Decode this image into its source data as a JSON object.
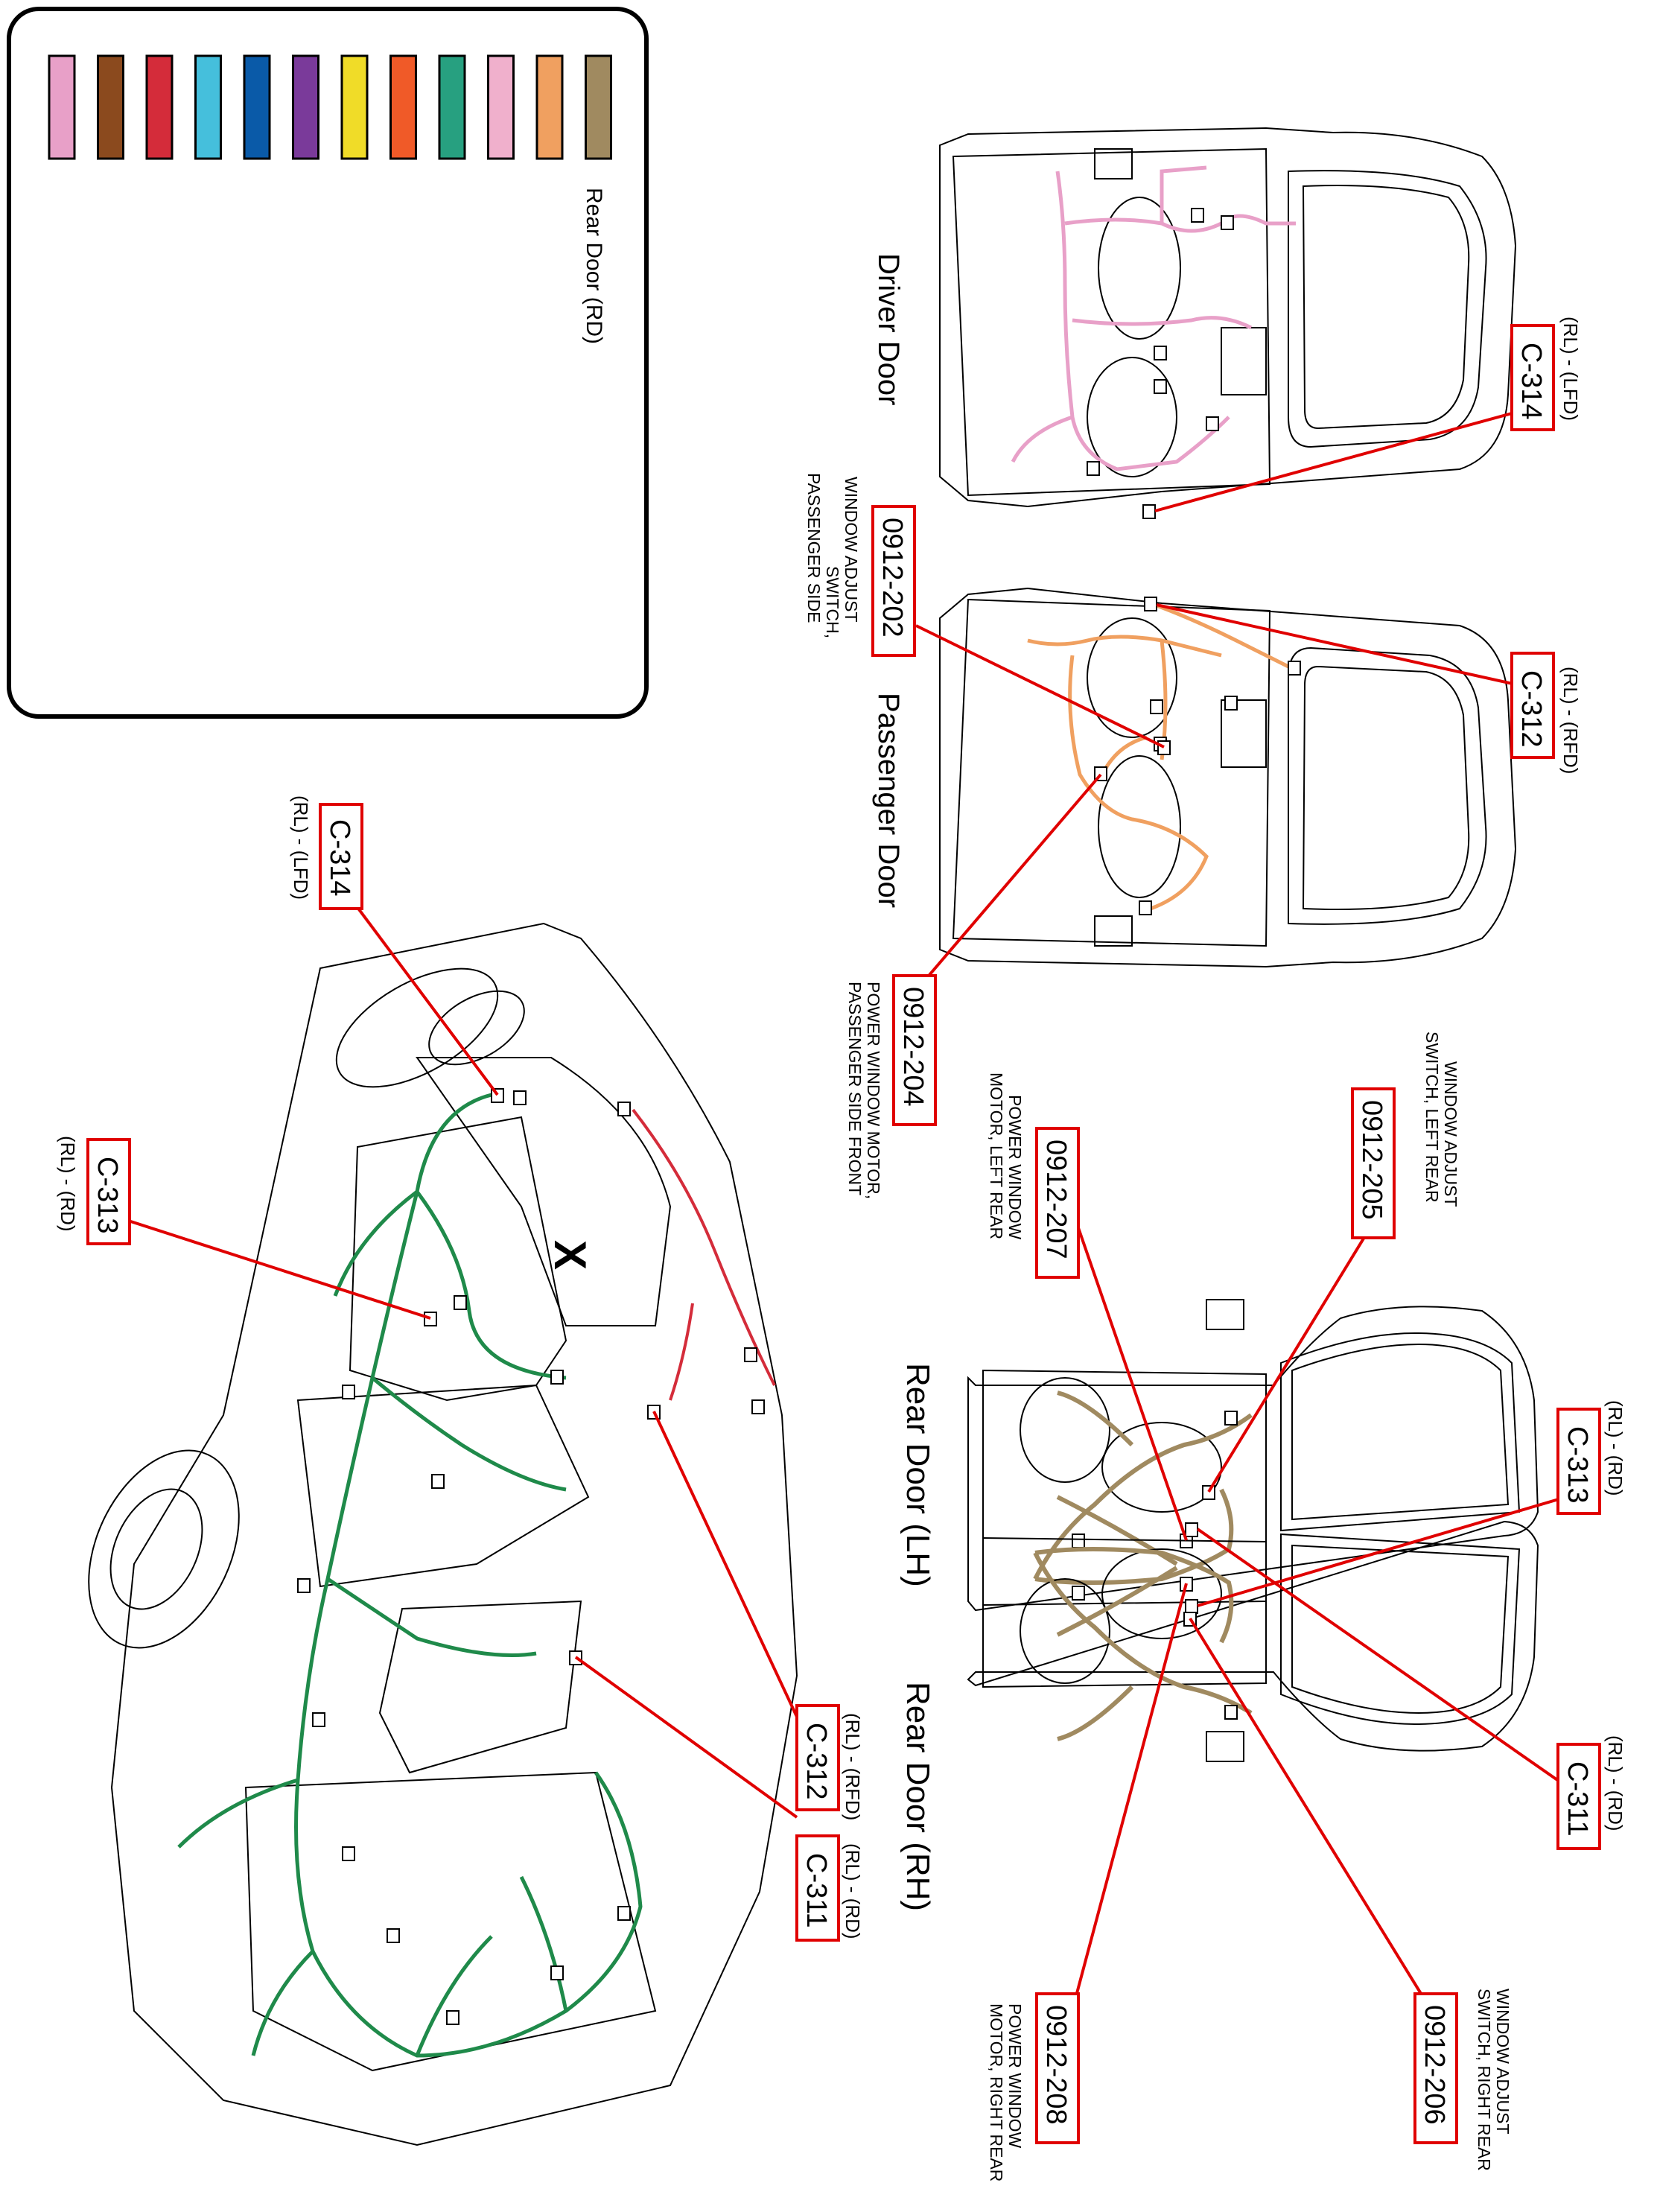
{
  "legend": {
    "colors": [
      "#e8a0c8",
      "#8b4a1e",
      "#d42c3a",
      "#45bfdc",
      "#0a5aa8",
      "#7a3a9a",
      "#f0dc28",
      "#f05a28",
      "#27a080",
      "#f0b0cc",
      "#f0a060",
      "#a08a60"
    ],
    "caption": "Rear Door (RD)"
  },
  "views": {
    "driver_door": "Driver Door",
    "passenger_door": "Passenger Door",
    "rear_door_lh": "Rear Door (LH)",
    "rear_door_rh": "Rear Door (RH)"
  },
  "wire_colors": {
    "driver": "#e8a0c8",
    "passenger": "#f0a060",
    "rear": "#a08a60",
    "body_main": "#1f8a4a",
    "body_red": "#d42c3a"
  },
  "connectors": [
    {
      "id": "c314-door",
      "code": "C-314",
      "desc": "(RL) - (LFD)"
    },
    {
      "id": "c312-door",
      "code": "C-312",
      "desc": "(RL) - (RFD)"
    },
    {
      "id": "p202",
      "code": "0912-202",
      "desc_lines": [
        "WINDOW ADJUST",
        "SWITCH,",
        "PASSENGER SIDE"
      ]
    },
    {
      "id": "p204",
      "code": "0912-204",
      "desc_lines": [
        "POWER WINDOW MOTOR,",
        "PASSENGER SIDE FRONT"
      ]
    },
    {
      "id": "p205",
      "code": "0912-205",
      "desc_lines": [
        "WINDOW ADJUST",
        "SWITCH, LEFT REAR"
      ]
    },
    {
      "id": "p207",
      "code": "0912-207",
      "desc_lines": [
        "POWER WINDOW",
        "MOTOR, LEFT REAR"
      ]
    },
    {
      "id": "c313-door",
      "code": "C-313",
      "desc": "(RL) - (RD)"
    },
    {
      "id": "c311-door",
      "code": "C-311",
      "desc": "(RL) - (RD)"
    },
    {
      "id": "p206",
      "code": "0912-206",
      "desc_lines": [
        "WINDOW ADJUST",
        "SWITCH, RIGHT REAR"
      ]
    },
    {
      "id": "p208",
      "code": "0912-208",
      "desc_lines": [
        "POWER WINDOW",
        "MOTOR, RIGHT REAR"
      ]
    },
    {
      "id": "c314-body",
      "code": "C-314",
      "desc": "(RL) - (LFD)"
    },
    {
      "id": "c313-body",
      "code": "C-313",
      "desc": "(RL) - (RD)"
    },
    {
      "id": "c312-body",
      "code": "C-312",
      "desc": "(RL) - (RFD)"
    },
    {
      "id": "c311-body",
      "code": "C-311",
      "desc": "(RL) - (RD)"
    }
  ],
  "body_mark": "X"
}
